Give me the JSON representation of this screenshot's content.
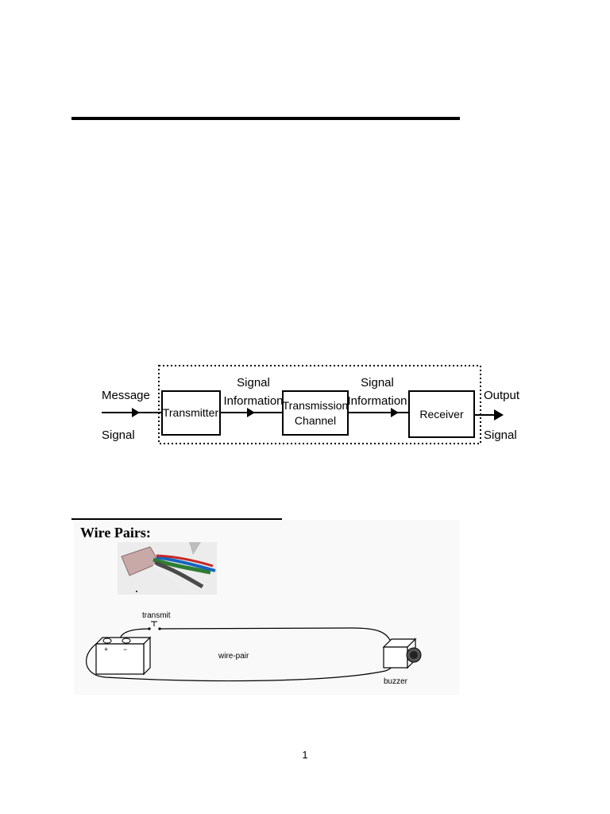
{
  "block_diagram": {
    "input_label_top": "Message",
    "input_label_bottom": "Signal",
    "transmitter": "Transmitter",
    "sig1_top": "Signal",
    "sig1_bottom": "Information",
    "channel_line1": "Transmission",
    "channel_line2": "Channel",
    "sig2_top": "Signal",
    "sig2_bottom": "Information",
    "receiver": "Receiver",
    "output_label_top": "Output",
    "output_label_bottom": "Signal"
  },
  "wire_figure": {
    "heading": "Wire Pairs:",
    "transmit_label": "transmit",
    "wire_label": "wire-pair",
    "buzzer_label": "buzzer",
    "battery_plus": "+",
    "battery_minus": "−"
  },
  "page_number": "1"
}
